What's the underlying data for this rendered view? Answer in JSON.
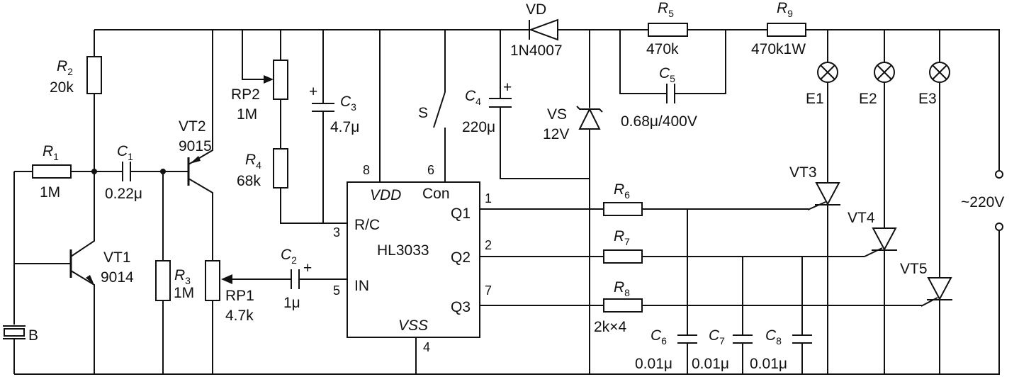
{
  "ic": {
    "name": "HL3033",
    "vdd": "VDD",
    "vss": "VSS",
    "con": "Con",
    "rc": "R/C",
    "in": "IN",
    "q1": "Q1",
    "q2": "Q2",
    "q3": "Q3",
    "pin8": "8",
    "pin6": "6",
    "pin3": "3",
    "pin5": "5",
    "pin4": "4",
    "pin1": "1",
    "pin2": "2",
    "pin7": "7"
  },
  "r2": {
    "name": "R",
    "sub": "2",
    "value": "20k"
  },
  "r1": {
    "name": "R",
    "sub": "1",
    "value": "1M"
  },
  "c1": {
    "name": "C",
    "sub": "1",
    "value": "0.22μ"
  },
  "vt1": {
    "name": "VT1",
    "type": "9014"
  },
  "vt2": {
    "name": "VT2",
    "type": "9015"
  },
  "r3": {
    "name": "R",
    "sub": "3",
    "value": "1M"
  },
  "rp1": {
    "name": "RP1",
    "value": "4.7k"
  },
  "c2": {
    "name": "C",
    "sub": "2",
    "value": "1μ",
    "plus": "+"
  },
  "rp2": {
    "name": "RP2",
    "value": "1M"
  },
  "r4": {
    "name": "R",
    "sub": "4",
    "value": "68k"
  },
  "c3": {
    "name": "C",
    "sub": "3",
    "value": "4.7μ",
    "plus": "+"
  },
  "s": {
    "name": "S"
  },
  "c4": {
    "name": "C",
    "sub": "4",
    "value": "220μ",
    "plus": "+"
  },
  "vd": {
    "name": "VD",
    "type": "1N4007"
  },
  "vs": {
    "name": "VS",
    "value": "12V"
  },
  "r5": {
    "name": "R",
    "sub": "5",
    "value": "470k"
  },
  "c5": {
    "name": "C",
    "sub": "5",
    "value": "0.68μ/400V"
  },
  "r9": {
    "name": "R",
    "sub": "9",
    "value": "470k1W"
  },
  "lamps": [
    "E1",
    "E2",
    "E3"
  ],
  "r6": {
    "name": "R",
    "sub": "6"
  },
  "r7": {
    "name": "R",
    "sub": "7"
  },
  "r8": {
    "name": "R",
    "sub": "8",
    "value": "2k×4"
  },
  "c6": {
    "name": "C",
    "sub": "6",
    "value": "0.01μ"
  },
  "c7": {
    "name": "C",
    "sub": "7",
    "value": "0.01μ"
  },
  "c8": {
    "name": "C",
    "sub": "8",
    "value": "0.01μ"
  },
  "thyristors": [
    "VT3",
    "VT4",
    "VT5"
  ],
  "supply": "~220V",
  "buzzer": "B"
}
